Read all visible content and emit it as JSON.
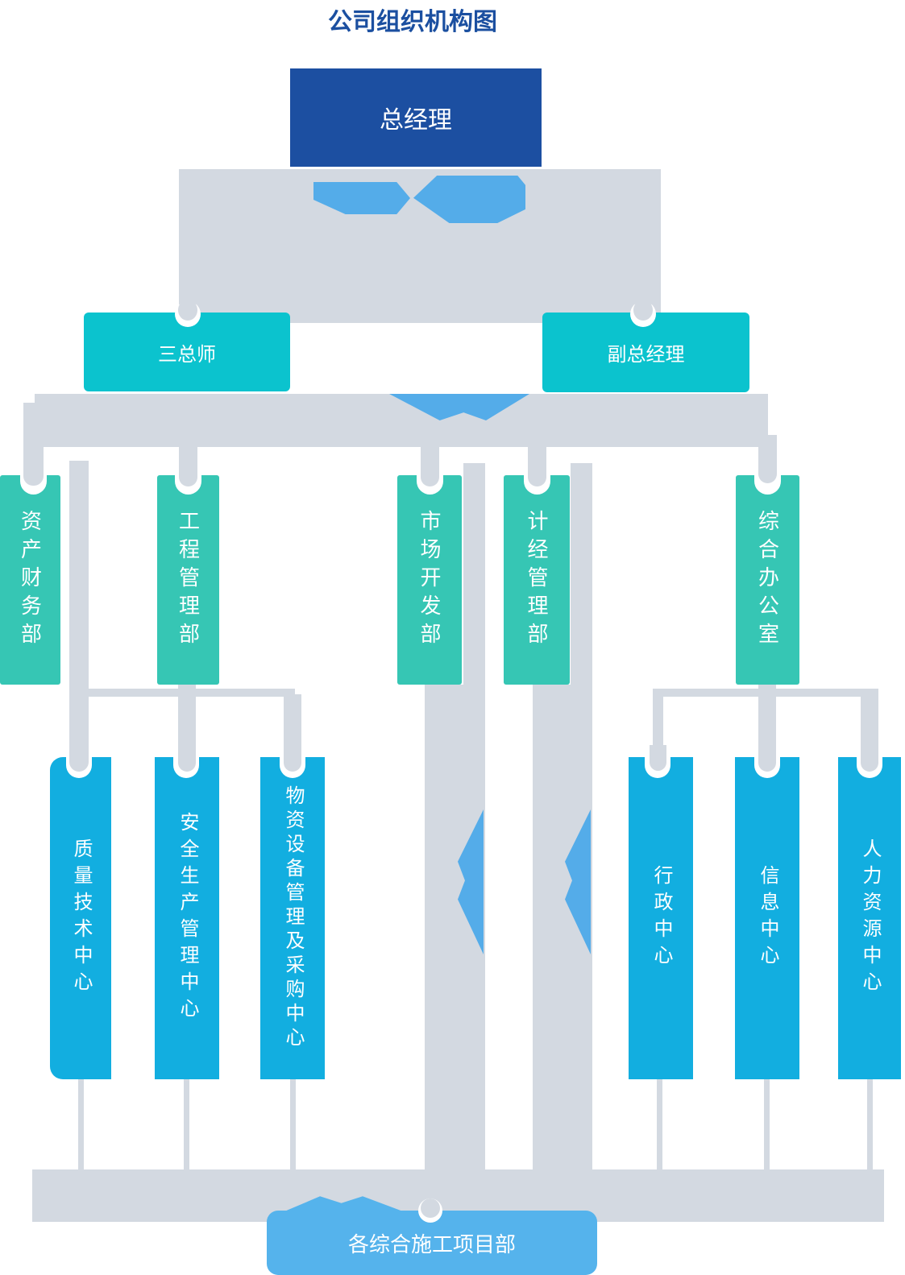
{
  "title": "公司组织机构图",
  "colors": {
    "navy": "#1C4FA1",
    "titleblue": "#1B4FA0",
    "cyan": "#0BC3CE",
    "teal": "#36C6B4",
    "blue": "#12AEE0",
    "lightblue": "#55B3EC",
    "arrow": "#54ACE9",
    "gray": "#D3D9E1"
  },
  "nodes": {
    "gm": {
      "label": "总经理"
    },
    "chiefs": {
      "label": "三总师"
    },
    "deputy": {
      "label": "副总经理"
    },
    "dept_finance": {
      "label": "资产财务部"
    },
    "dept_engineering": {
      "label": "工程管理部"
    },
    "dept_market": {
      "label": "市场开发部"
    },
    "dept_planning": {
      "label": "计经管理部"
    },
    "dept_office": {
      "label": "综合办公室"
    },
    "center_quality": {
      "label": "质量技术中心"
    },
    "center_safety": {
      "label": "安全生产管理中心"
    },
    "center_materials": {
      "label": "物资设备管理及采购中心"
    },
    "center_admin": {
      "label": "行政中心"
    },
    "center_info": {
      "label": "信息中心"
    },
    "center_hr": {
      "label": "人力资源中心"
    },
    "projects": {
      "label": "各综合施工项目部"
    }
  }
}
